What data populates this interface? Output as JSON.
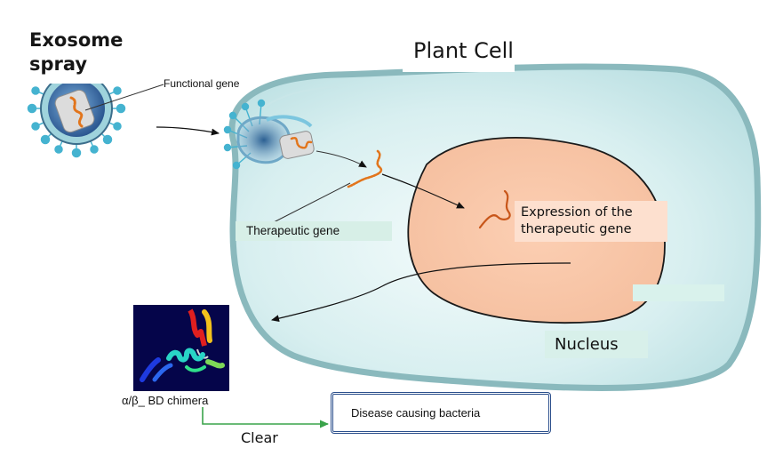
{
  "labels": {
    "exosome_spray": "Exosome spray",
    "plant_cell": "Plant Cell",
    "functional_gene": "Functional gene",
    "therapeutic_gene": "Therapeutic gene",
    "expression": "Expression of the therapeutic gene",
    "nucleus": "Nucleus",
    "chimera": "α/β_ BD chimera",
    "clear": "Clear",
    "disease_bacteria": "Disease causing bacteria"
  },
  "colors": {
    "cell_fill": "#d2ecee",
    "cell_border": "#8ab9bd",
    "nucleus_fill": "#f9c9ab",
    "gene": "#e2751c",
    "exosome_spike": "#45b3d0",
    "clear_arrow": "#3aa34a",
    "bacteria_border": "#2b4f8c"
  },
  "icons": [
    "exosome-icon",
    "gene-strand-icon",
    "protein-structure-icon"
  ]
}
